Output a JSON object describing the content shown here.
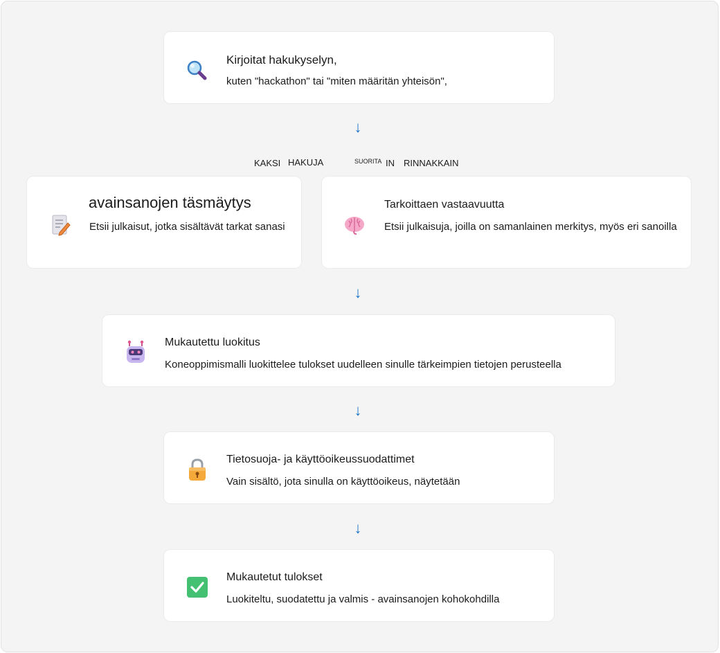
{
  "steps": {
    "query": {
      "title": "Kirjoitat hakukyselyn,",
      "description": "kuten \"hackathon\" tai \"miten määritän yhteisön\",",
      "icon": "magnifier-icon"
    },
    "parallel_label": {
      "word1": "KAKSI",
      "word2": "HAKUJA",
      "word3": "SUORITA",
      "word4": "IN",
      "word5": "RINNAKKAIN"
    },
    "keyword": {
      "title": "avainsanojen täsmäytys",
      "description": "Etsii julkaisut, jotka sisältävät tarkat sanasi",
      "icon": "document-pencil-icon"
    },
    "semantic": {
      "title": "Tarkoittaen vastaavuutta",
      "description": "Etsii julkaisuja, joilla on samanlainen merkitys, myös eri sanoilla",
      "icon": "brain-icon"
    },
    "ranking": {
      "title": "Mukautettu luokitus",
      "description": "Koneoppimismalli luokittelee tulokset uudelleen sinulle tärkeimpien tietojen perusteella",
      "icon": "robot-icon"
    },
    "filters": {
      "title": "Tietosuoja- ja käyttöoikeussuodattimet",
      "description": "Vain sisältö, jota sinulla on käyttöoikeus, näytetään",
      "icon": "lock-icon"
    },
    "results": {
      "title": "Mukautetut tulokset",
      "description": "Luokiteltu, suodatettu ja valmis - avainsanojen kohokohdilla",
      "icon": "check-box-icon"
    }
  },
  "arrow_glyph": "↓",
  "colors": {
    "arrow": "#1a73c8",
    "frame_bg": "#f4f4f4",
    "card_bg": "#ffffff",
    "check_green": "#3fbf6f",
    "lock_orange": "#f5a623",
    "brain_pink": "#f28fb8",
    "robot_purple": "#a58ad9"
  }
}
